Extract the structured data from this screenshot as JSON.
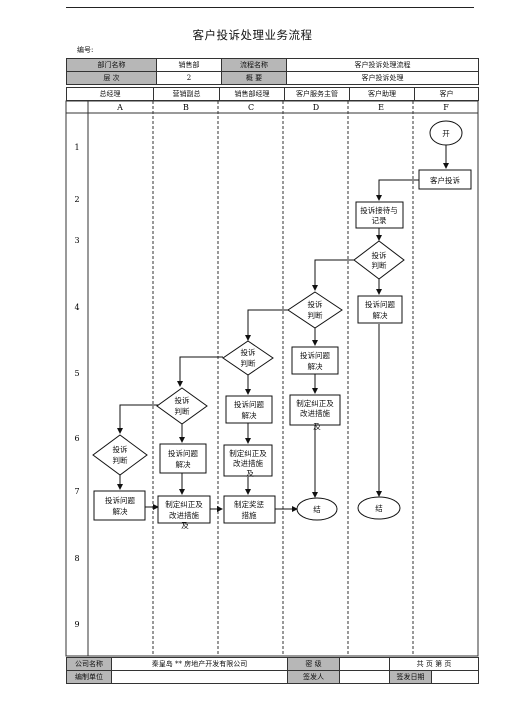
{
  "document": {
    "title": "客户投诉处理业务流程",
    "code_label": "编号:"
  },
  "header": {
    "row1": [
      "部门名称",
      "销售部",
      "流程名称",
      "客户投诉处理流程"
    ],
    "row2": [
      "层 次",
      "2",
      "概 要",
      "客户投诉处理"
    ],
    "roles": [
      "总经理",
      "营销副总",
      "销售部经理",
      "客户服务主管",
      "客户助理",
      "客户"
    ]
  },
  "grid": {
    "columns": [
      "A",
      "B",
      "C",
      "D",
      "E",
      "F"
    ],
    "rows": [
      "1",
      "2",
      "3",
      "4",
      "5",
      "6",
      "7",
      "8",
      "9"
    ]
  },
  "flow": {
    "start": "开",
    "complaint": "客户投诉",
    "receive": [
      "投诉接待与",
      "记录"
    ],
    "judge": [
      "投诉",
      "判断"
    ],
    "solve": [
      "投诉问题",
      "解决"
    ],
    "measures": [
      "制定纠正及",
      "改进措施"
    ],
    "measures_tail": "及",
    "reward": [
      "制定奖惩",
      "措施"
    ],
    "end": "结"
  },
  "footer": {
    "company_label": "公司名称",
    "company_name": "秦皇岛 ** 房地产开发有限公司",
    "secret_label": "密 级",
    "pages": "共   页 第   页",
    "unit_label": "编制单位",
    "issuer_label": "签发人",
    "issue_date_label": "签发日期"
  }
}
